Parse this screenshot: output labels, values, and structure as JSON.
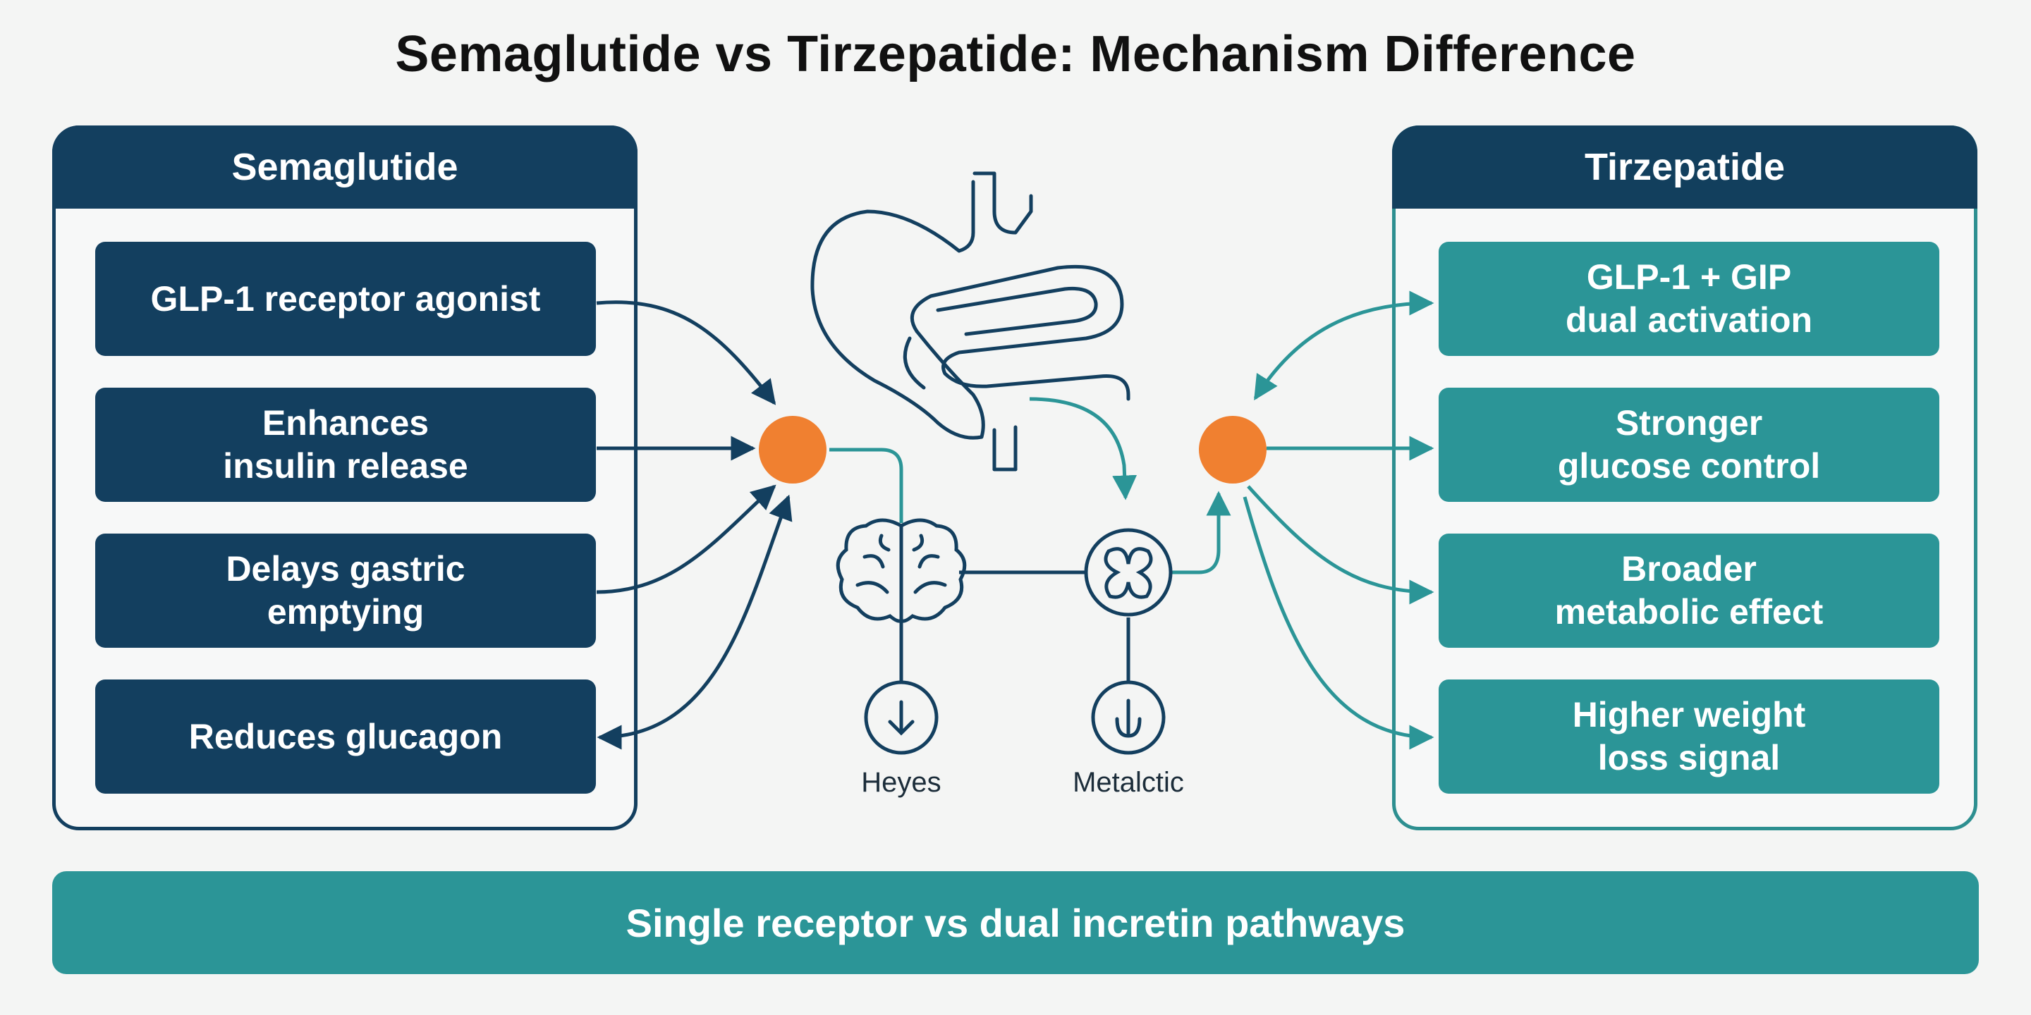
{
  "title": "Semaglutide vs Tirzepatide: Mechanism Difference",
  "left_panel": {
    "header": "Semaglutide",
    "cards": [
      "GLP-1 receptor agonist",
      "Enhances\ninsulin release",
      "Delays gastric\nemptying",
      "Reduces glucagon"
    ]
  },
  "right_panel": {
    "header": "Tirzepatide",
    "cards": [
      "GLP-1 + GIP\ndual activation",
      "Stronger\nglucose control",
      "Broader\nmetabolic effect",
      "Higher weight\nloss signal"
    ]
  },
  "center": {
    "labels": [
      "Heyes",
      "Metalctic"
    ],
    "icons": [
      "stomach-intestine-icon",
      "brain-icon",
      "pancreas-icon",
      "down-arrow-circle-icon",
      "down-arrow-circle-icon"
    ]
  },
  "footer": "Single receptor vs dual incretin pathways",
  "colors": {
    "navy": "#133f5f",
    "teal": "#2b9597",
    "orange": "#f08030",
    "background": "#f4f5f4"
  }
}
